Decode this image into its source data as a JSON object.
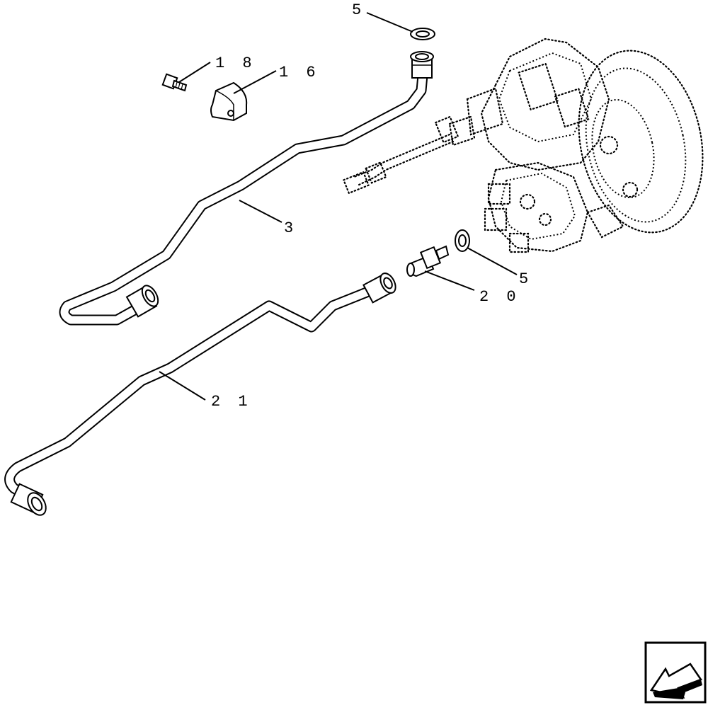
{
  "diagram": {
    "callouts": {
      "washer_top": "5",
      "bolt": "1 8",
      "clip": "1 6",
      "pipe_upper": "3",
      "washer_lower": "5",
      "adapter": "2 0",
      "pipe_lower": "2 1"
    },
    "nav_icon": "next-page-arrow-icon"
  }
}
